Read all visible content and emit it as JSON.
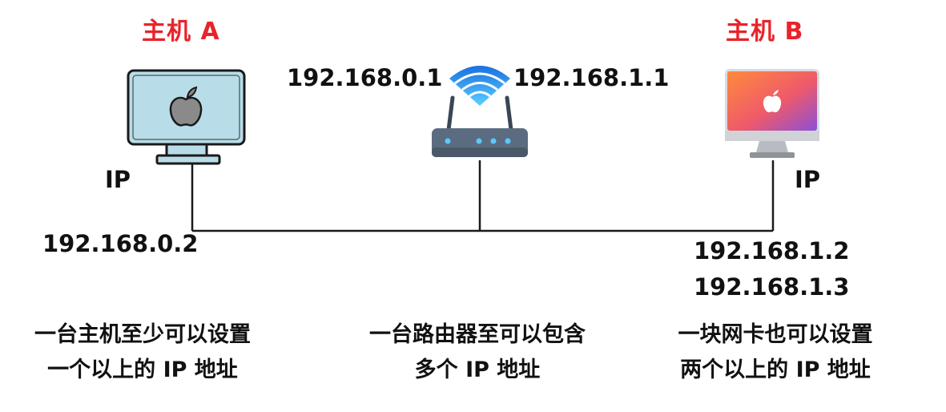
{
  "colors": {
    "accent": "#e8232a",
    "line": "#1a1a1a",
    "text": "#111111",
    "hostA_screen": "#b9dde8",
    "wifi_blue": "#1f8be8",
    "router_body": "#5c6c80",
    "router_led": "#5cc8ff"
  },
  "hostA": {
    "title": "主机 A",
    "ip_tag": "IP",
    "addresses": [
      "192.168.0.2"
    ],
    "icon": "sketch-monitor-apple-icon"
  },
  "hostB": {
    "title": "主机 B",
    "ip_tag": "IP",
    "addresses": [
      "192.168.1.2",
      "192.168.1.3"
    ],
    "icon": "imac-icon"
  },
  "router": {
    "left_ip": "192.168.0.1",
    "right_ip": "192.168.1.1",
    "icon": "wifi-router-icon"
  },
  "captions": {
    "left": [
      "一台主机至少可以设置",
      "一个以上的 IP 地址"
    ],
    "middle": [
      "一台路由器至可以包含",
      "多个 IP 地址"
    ],
    "right": [
      "一块网卡也可以设置",
      "两个以上的 IP 地址"
    ]
  }
}
